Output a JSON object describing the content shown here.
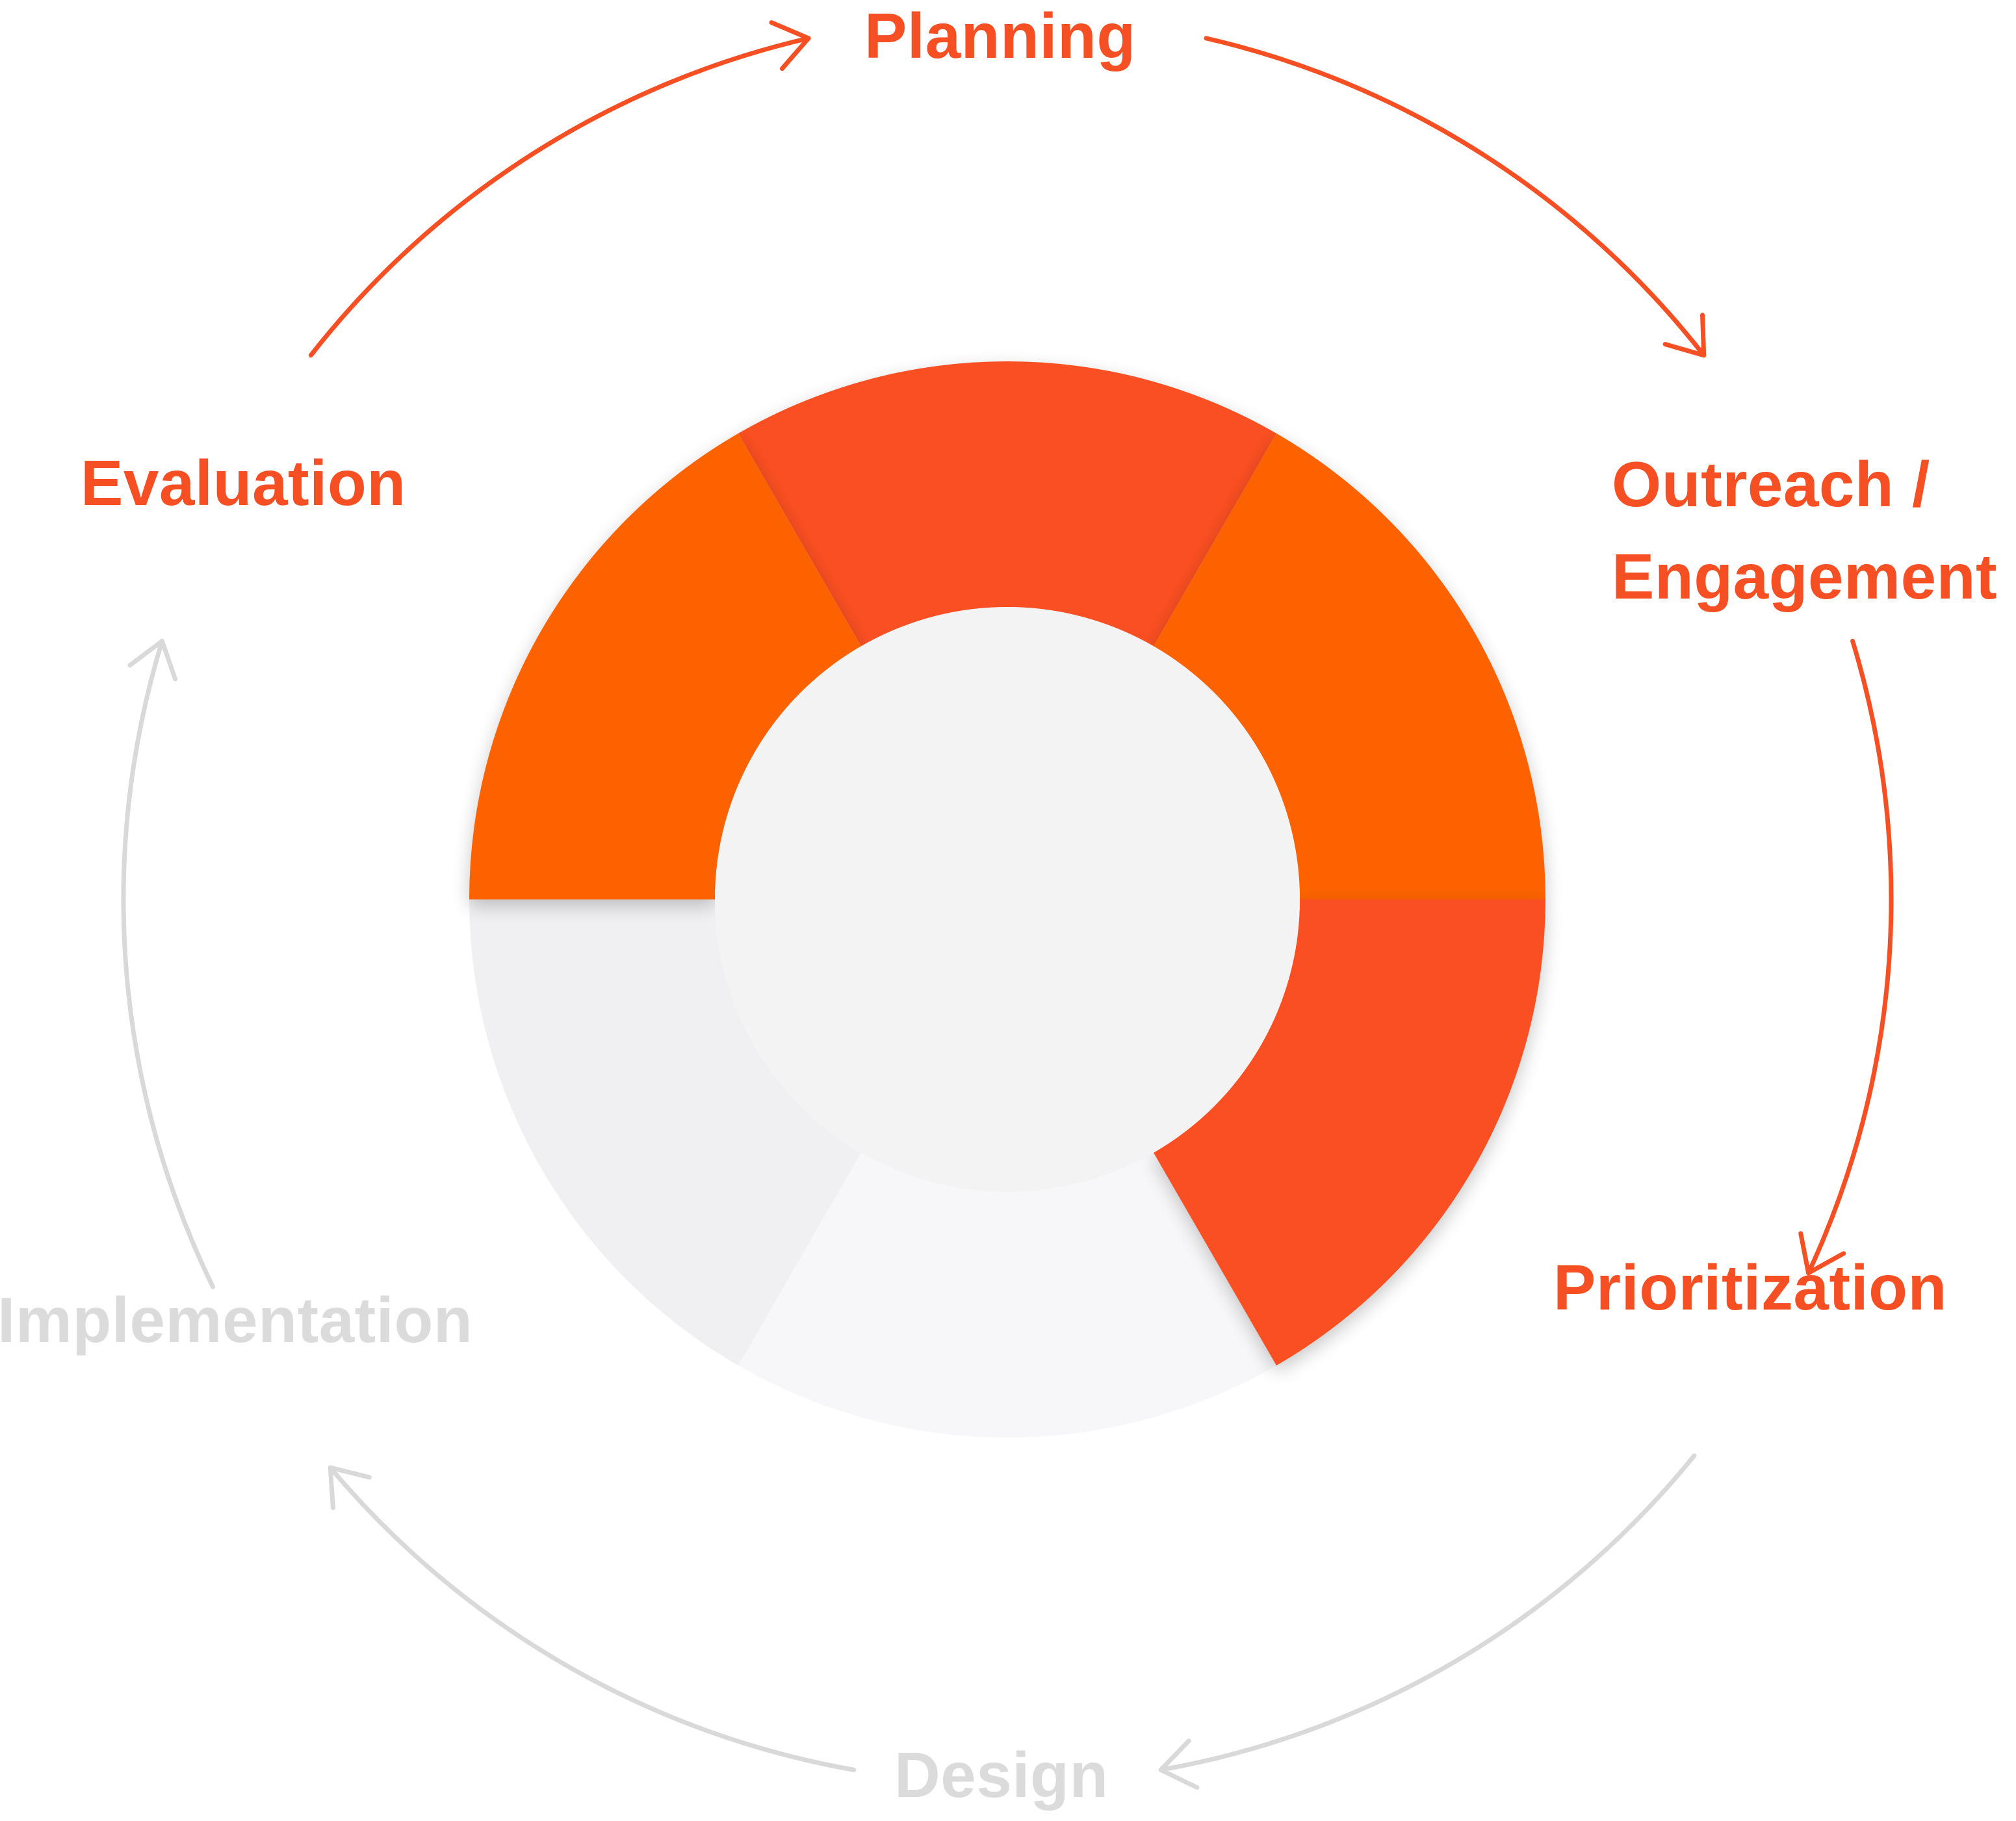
{
  "colors": {
    "active_primary": "#fa4f22",
    "active_secondary": "#fc6302",
    "inactive_light": "#f7f7f9",
    "inactive_medium": "#f0f0f3",
    "center_fill": "#f3f3f3",
    "arrow_active": "#f64f23",
    "arrow_inactive": "#d9d9d9",
    "label_active": "#f64f23",
    "label_inactive": "#dbdbdb"
  },
  "stages": [
    {
      "id": "planning",
      "lines": [
        "Planning"
      ],
      "status": "active"
    },
    {
      "id": "outreach-engagement",
      "lines": [
        "Outreach /",
        "Engagement"
      ],
      "status": "active"
    },
    {
      "id": "prioritization",
      "lines": [
        "Prioritization"
      ],
      "status": "active"
    },
    {
      "id": "design",
      "lines": [
        "Design"
      ],
      "status": "inactive"
    },
    {
      "id": "implementation",
      "lines": [
        "Implementation"
      ],
      "status": "inactive"
    },
    {
      "id": "evaluation",
      "lines": [
        "Evaluation"
      ],
      "status": "active"
    }
  ],
  "segments": [
    {
      "stage": "planning",
      "fill_key": "active_primary"
    },
    {
      "stage": "outreach-engagement",
      "fill_key": "active_secondary"
    },
    {
      "stage": "prioritization",
      "fill_key": "active_primary"
    },
    {
      "stage": "design",
      "fill_key": "inactive_light"
    },
    {
      "stage": "implementation",
      "fill_key": "inactive_medium"
    },
    {
      "stage": "evaluation",
      "fill_key": "active_secondary"
    }
  ],
  "arrows": [
    {
      "from": "evaluation",
      "to": "planning",
      "status": "active"
    },
    {
      "from": "planning",
      "to": "outreach-engagement",
      "status": "active"
    },
    {
      "from": "outreach-engagement",
      "to": "prioritization",
      "status": "active"
    },
    {
      "from": "prioritization",
      "to": "design",
      "status": "inactive"
    },
    {
      "from": "design",
      "to": "implementation",
      "status": "inactive"
    },
    {
      "from": "implementation",
      "to": "evaluation",
      "status": "inactive"
    }
  ]
}
